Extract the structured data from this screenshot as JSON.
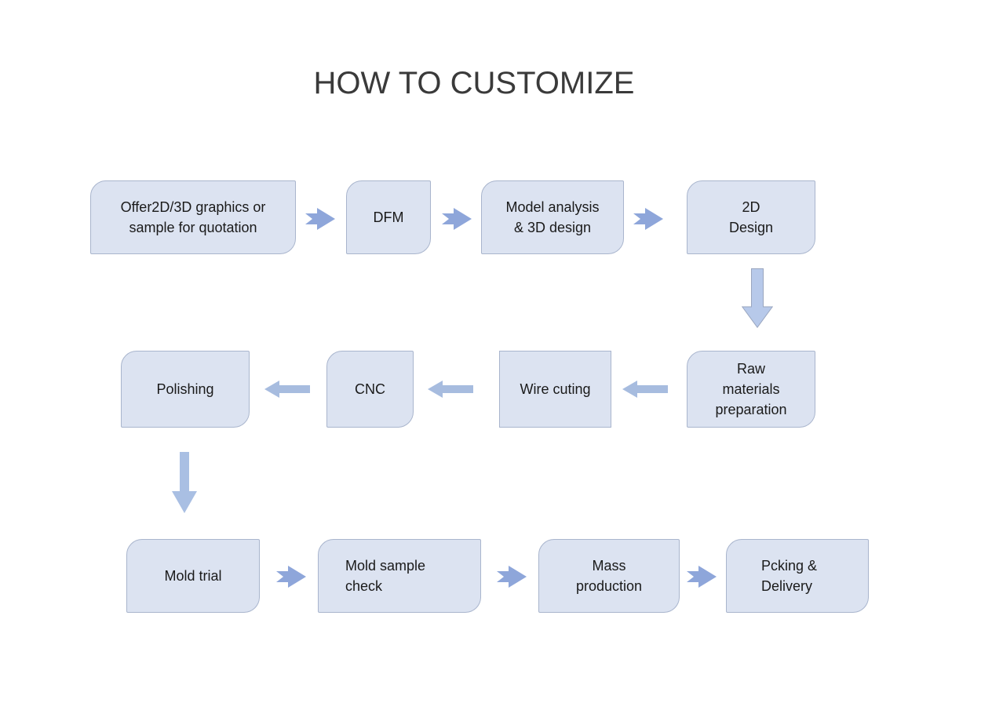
{
  "title": "HOW TO CUSTOMIZE",
  "steps": [
    {
      "id": "offer-graphics",
      "label": "Offer2D/3D graphics or\nsample for quotation"
    },
    {
      "id": "dfm",
      "label": "DFM"
    },
    {
      "id": "model-analysis",
      "label": "Model analysis\n& 3D design"
    },
    {
      "id": "2d-design",
      "label": "2D\nDesign"
    },
    {
      "id": "raw-materials",
      "label": "Raw\nmaterials\npreparation"
    },
    {
      "id": "wire-cutting",
      "label": "Wire cuting"
    },
    {
      "id": "cnc",
      "label": "CNC"
    },
    {
      "id": "polishing",
      "label": "Polishing"
    },
    {
      "id": "mold-trial",
      "label": "Mold trial"
    },
    {
      "id": "mold-sample-check",
      "label": "Mold sample\ncheck"
    },
    {
      "id": "mass-production",
      "label": "Mass\nproduction"
    },
    {
      "id": "packing-delivery",
      "label": "Pcking &\nDelivery"
    }
  ],
  "connections": [
    {
      "from": "offer-graphics",
      "to": "dfm",
      "direction": "right"
    },
    {
      "from": "dfm",
      "to": "model-analysis",
      "direction": "right"
    },
    {
      "from": "model-analysis",
      "to": "2d-design",
      "direction": "right"
    },
    {
      "from": "2d-design",
      "to": "raw-materials",
      "direction": "down"
    },
    {
      "from": "raw-materials",
      "to": "wire-cutting",
      "direction": "left"
    },
    {
      "from": "wire-cutting",
      "to": "cnc",
      "direction": "left"
    },
    {
      "from": "cnc",
      "to": "polishing",
      "direction": "left"
    },
    {
      "from": "polishing",
      "to": "mold-trial",
      "direction": "down"
    },
    {
      "from": "mold-trial",
      "to": "mold-sample-check",
      "direction": "right"
    },
    {
      "from": "mold-sample-check",
      "to": "mass-production",
      "direction": "right"
    },
    {
      "from": "mass-production",
      "to": "packing-delivery",
      "direction": "right"
    }
  ],
  "colors": {
    "background": "#ffffff",
    "title_text": "#3a3a3a",
    "box_fill": "#dce3f1",
    "box_border": "#a9b5cd",
    "box_text": "#1a1a1a",
    "chevron_arrow": "#8ea6da",
    "left_block_arrow": "#a7bcdf",
    "down_arrow_fill": "#b7c9ea",
    "down_arrow_border": "#9aa6bf",
    "down_arrow2_fill": "#a9bfe3"
  }
}
